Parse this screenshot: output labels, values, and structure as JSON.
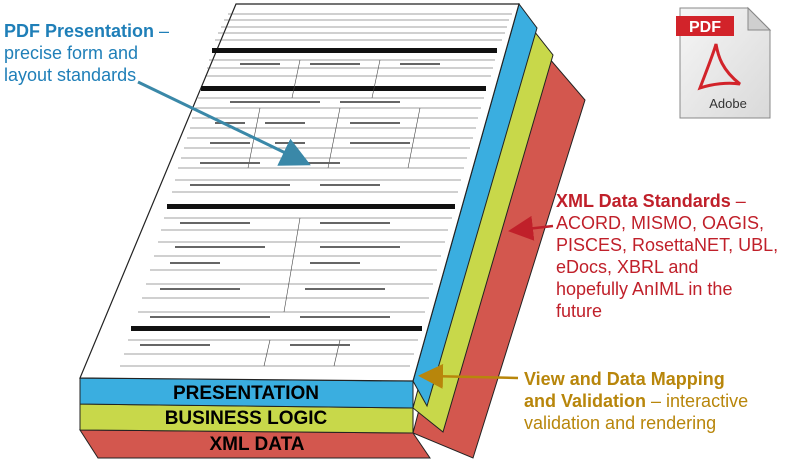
{
  "pdf_presentation": {
    "title": "PDF Presentation",
    "dash": " –",
    "line2": "precise form and",
    "line3": "layout standards"
  },
  "xml_standards": {
    "title": "XML Data Standards",
    "dash": " –",
    "lines": [
      "ACORD, MISMO, OAGIS,",
      "PISCES, RosettaNET, UBL,",
      "eDocs, XBRL and",
      "hopefully AnIML in the",
      "future"
    ]
  },
  "view_mapping": {
    "title_line1": "View and Data Mapping",
    "title_line2": "and Validation",
    "rest_line2": " – interactive",
    "line3": "validation and rendering"
  },
  "layers": {
    "presentation": "PRESENTATION",
    "business_logic": "BUSINESS LOGIC",
    "xml_data": "XML DATA"
  },
  "pdf_icon": {
    "label": "PDF",
    "brand": "Adobe"
  },
  "colors": {
    "presentation": "#3aaee0",
    "business_logic": "#c8d84a",
    "xml_data": "#d3574e",
    "pdf_label": "#1f7fb8",
    "xml_label": "#c0202a",
    "mapping_label": "#b8860b",
    "pdf_badge": "#d2232a"
  }
}
